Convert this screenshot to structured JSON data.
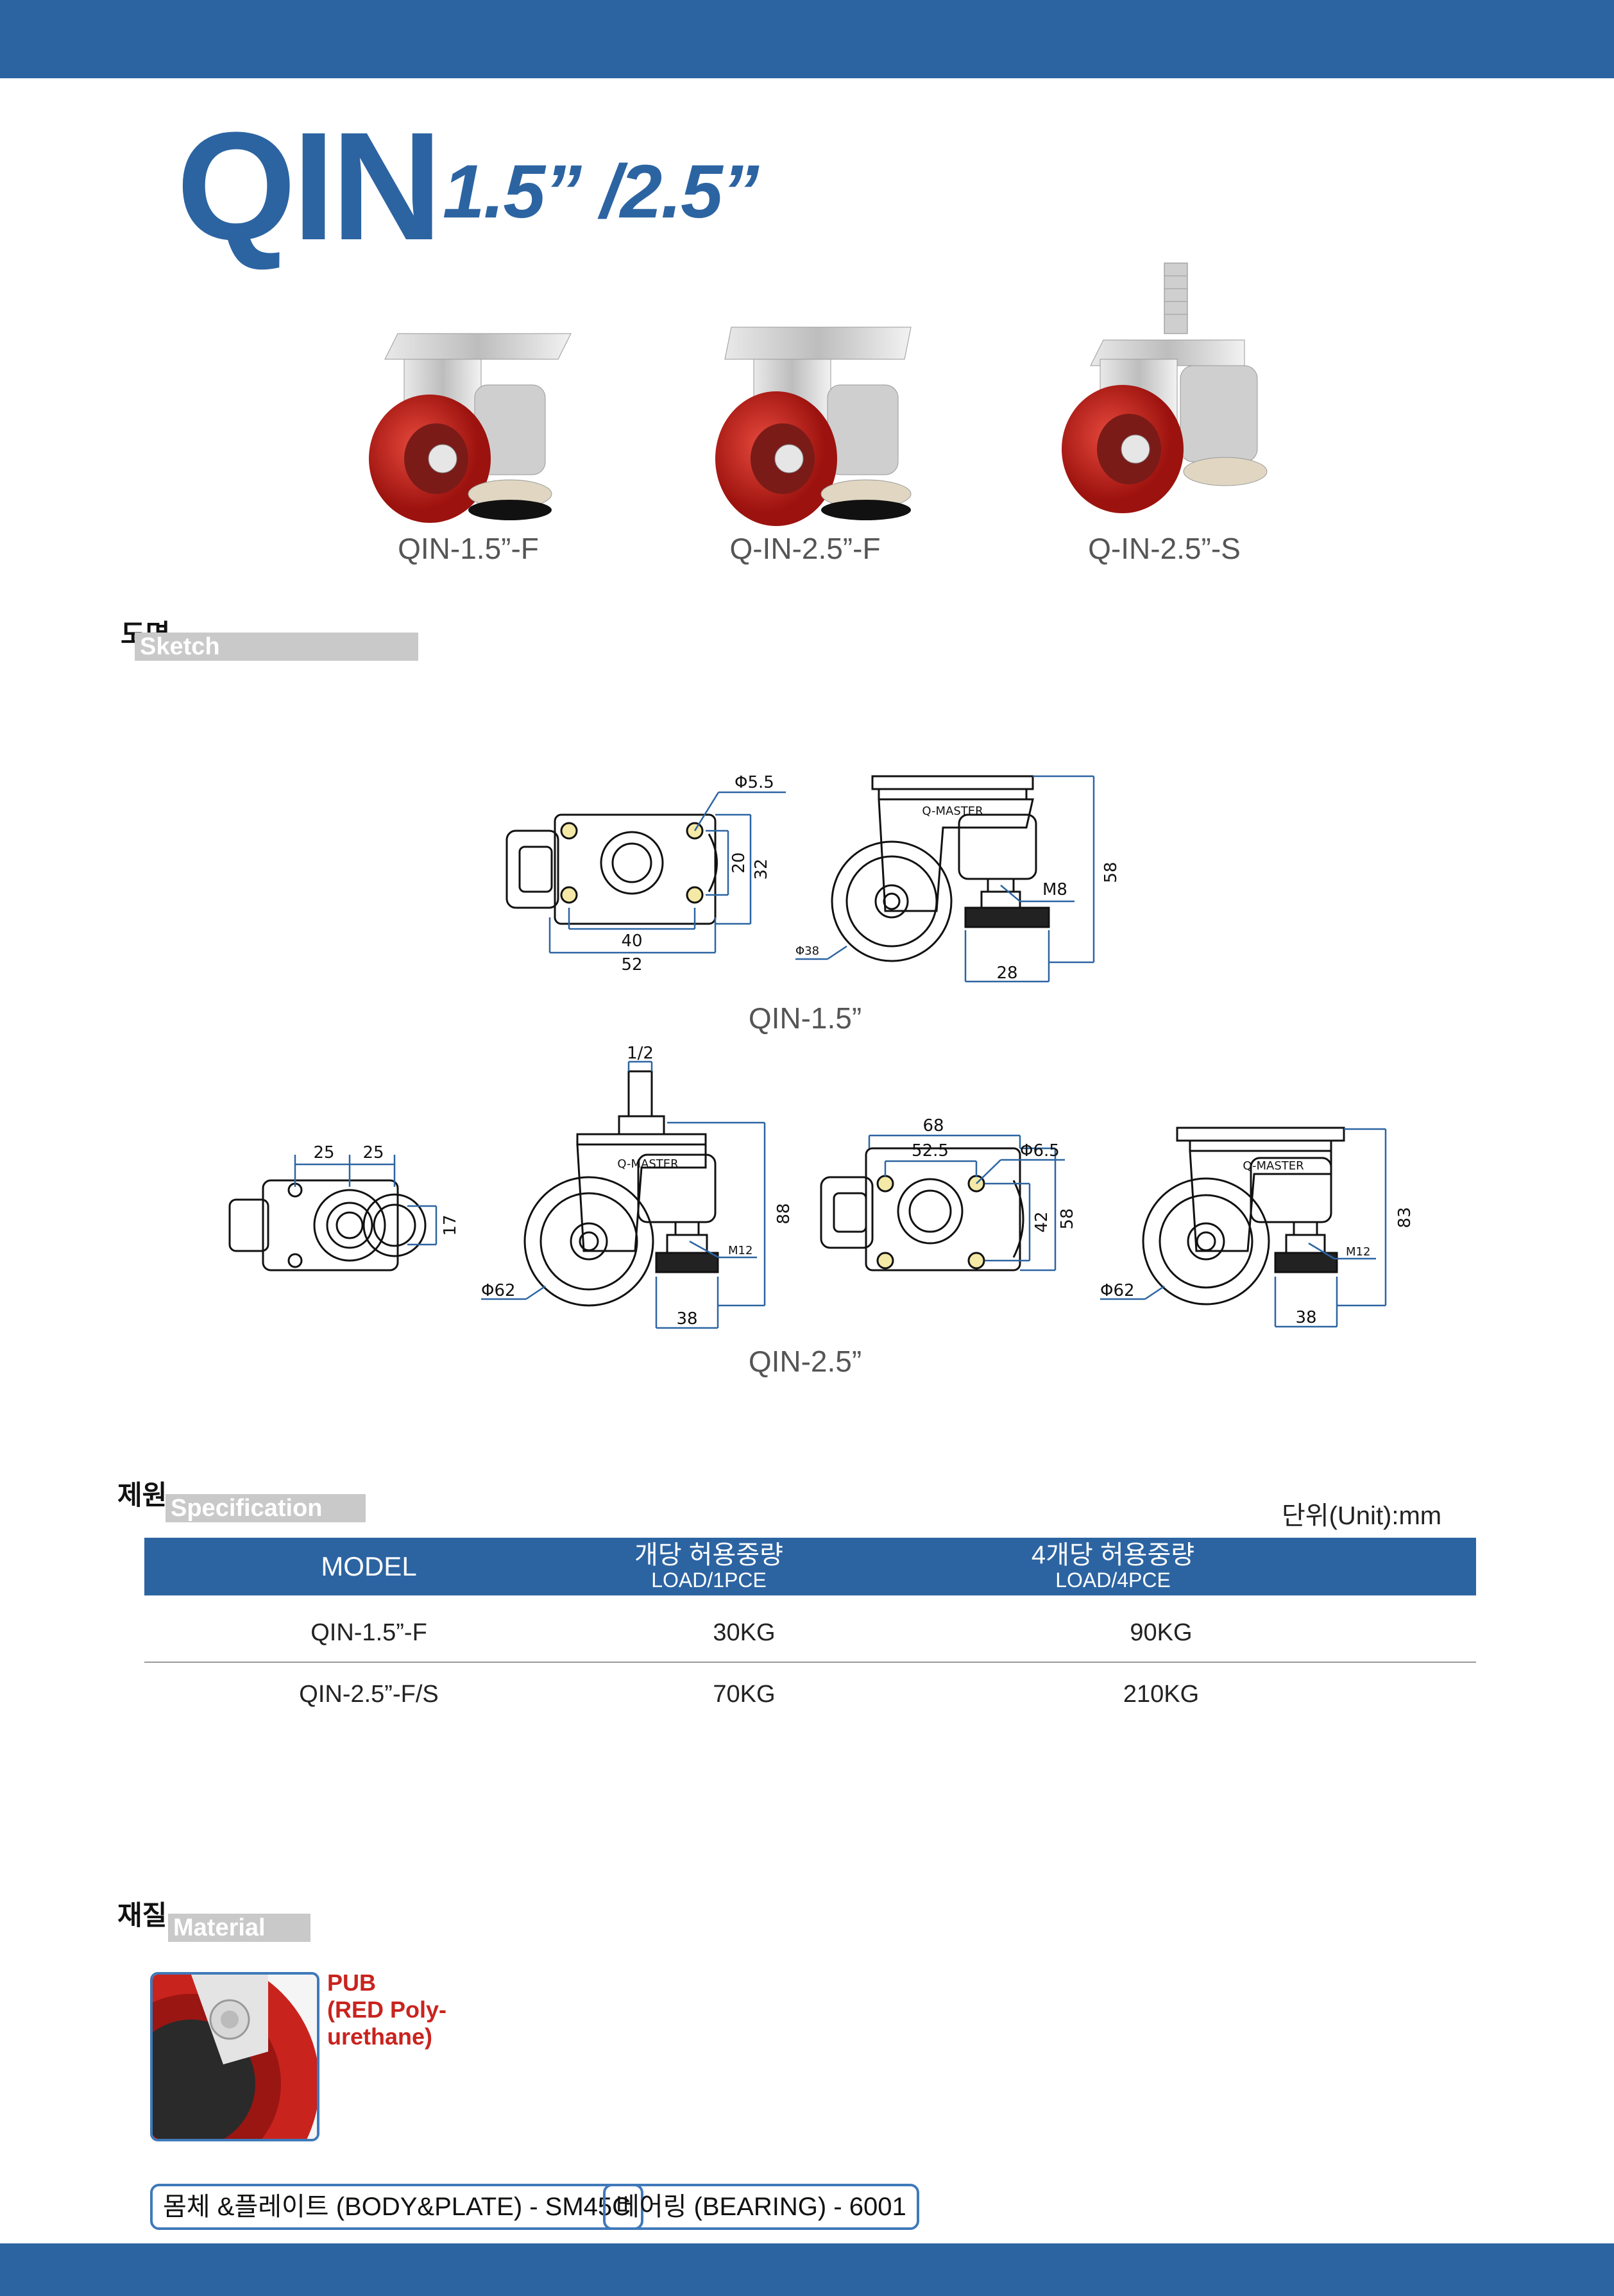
{
  "header": {
    "brand": "QIN",
    "sizes": "1.5” /2.5”"
  },
  "products": [
    {
      "model": "QIN-1.5”-F"
    },
    {
      "model": "Q-IN-2.5”-F"
    },
    {
      "model": "Q-IN-2.5”-S"
    }
  ],
  "sketch": {
    "title_ko": "도면",
    "title_en": "Sketch",
    "qin15": {
      "caption": "QIN-1.5”",
      "top_view": {
        "hole": "Φ5.5",
        "inner_w": "40",
        "outer_w": "52",
        "inner_h": "20",
        "outer_h": "32"
      },
      "side_view": {
        "brand": "Q-MASTER",
        "thread": "M8",
        "height": "58",
        "wheel": "Φ38",
        "base": "28"
      }
    },
    "qin25": {
      "caption": "QIN-2.5”",
      "stem_top": {
        "a": "25",
        "b": "25",
        "h": "17"
      },
      "stem_side": {
        "thread_top": "1/2",
        "brand": "Q-MASTER",
        "height": "88",
        "thread": "M12",
        "wheel": "Φ62",
        "base": "38"
      },
      "plate_top": {
        "outer_w": "68",
        "inner_w": "52.5",
        "hole": "Φ6.5",
        "inner_h": "42",
        "outer_h": "58"
      },
      "plate_side": {
        "brand": "Q-MASTER",
        "height": "83",
        "thread": "M12",
        "wheel": "Φ62",
        "base": "38"
      }
    }
  },
  "spec": {
    "title_ko": "제원",
    "title_en": "Specification",
    "unit": "단위(Unit):mm",
    "headers": [
      {
        "main": "MODEL",
        "sub": ""
      },
      {
        "main": "개당 허용중량",
        "sub": "LOAD/1PCE"
      },
      {
        "main": "4개당 허용중량",
        "sub": "LOAD/4PCE"
      }
    ],
    "rows": [
      [
        "QIN-1.5”-F",
        "30KG",
        "90KG"
      ],
      [
        "QIN-2.5”-F/S",
        "70KG",
        "210KG"
      ]
    ]
  },
  "material": {
    "title_ko": "재질",
    "title_en": "Material",
    "wheel_line1": "PUB",
    "wheel_line2": "(RED Poly-",
    "wheel_line3": "urethane)",
    "body": "몸체 &플레이트 (BODY&PLATE) - SM45C",
    "bearing": "베어링 (BEARING) - 6001"
  },
  "colors": {
    "brand_blue": "#2c64a2",
    "wheel_red": "#c9231e",
    "frame_blue": "#3f79b9"
  }
}
